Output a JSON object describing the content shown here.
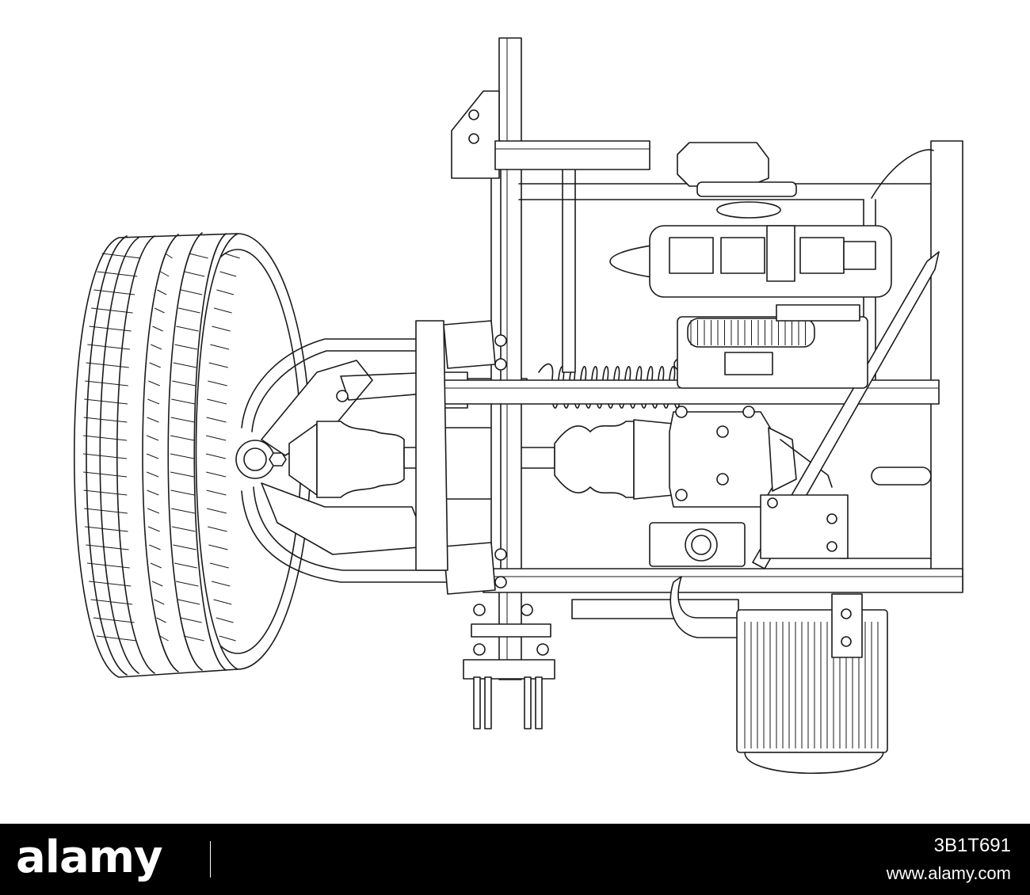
{
  "footer": {
    "brand": "alamy",
    "image_id": "3B1T691",
    "url": "www.alamy.com"
  },
  "colors": {
    "line": "#1a1a1a",
    "background": "#ffffff",
    "footer_bg": "#000000",
    "footer_text": "#ffffff"
  }
}
